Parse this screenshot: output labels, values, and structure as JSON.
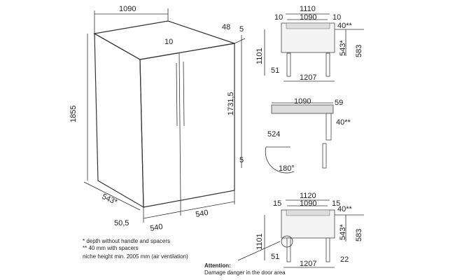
{
  "main_view": {
    "width_top": "1090",
    "height": "1855",
    "depth": "543*",
    "front_width_left": "540",
    "front_width_right": "540",
    "gap": "10",
    "top_offset": "48",
    "top_small": "5",
    "bottom_small": "5",
    "door_height": "1731,5",
    "foot": "50,5"
  },
  "plan_top": {
    "outer": "1110",
    "side_left": "10",
    "inner": "1090",
    "side_right": "10",
    "spacer": "40**",
    "depth": "543*",
    "depth_total": "583",
    "open_depth": "1101",
    "hinge": "51",
    "open_width": "1207"
  },
  "plan_middle": {
    "width": "1090",
    "offset": "59",
    "spacer": "40**",
    "door": "524",
    "angle": "180°"
  },
  "plan_bottom": {
    "outer": "1120",
    "side_left": "15",
    "inner": "1090",
    "side_right": "15",
    "spacer": "40**",
    "depth": "543*",
    "depth_total": "583",
    "open_depth": "1101",
    "hinge": "51",
    "open_width": "1207",
    "clearance": "22"
  },
  "notes": [
    "*  depth without handle and spacers",
    "** 40 mm with spacers",
    "niche height min. 2005 mm (air ventilation)"
  ],
  "attention": {
    "title": "Attention:",
    "text": "Damage danger in the door area"
  }
}
